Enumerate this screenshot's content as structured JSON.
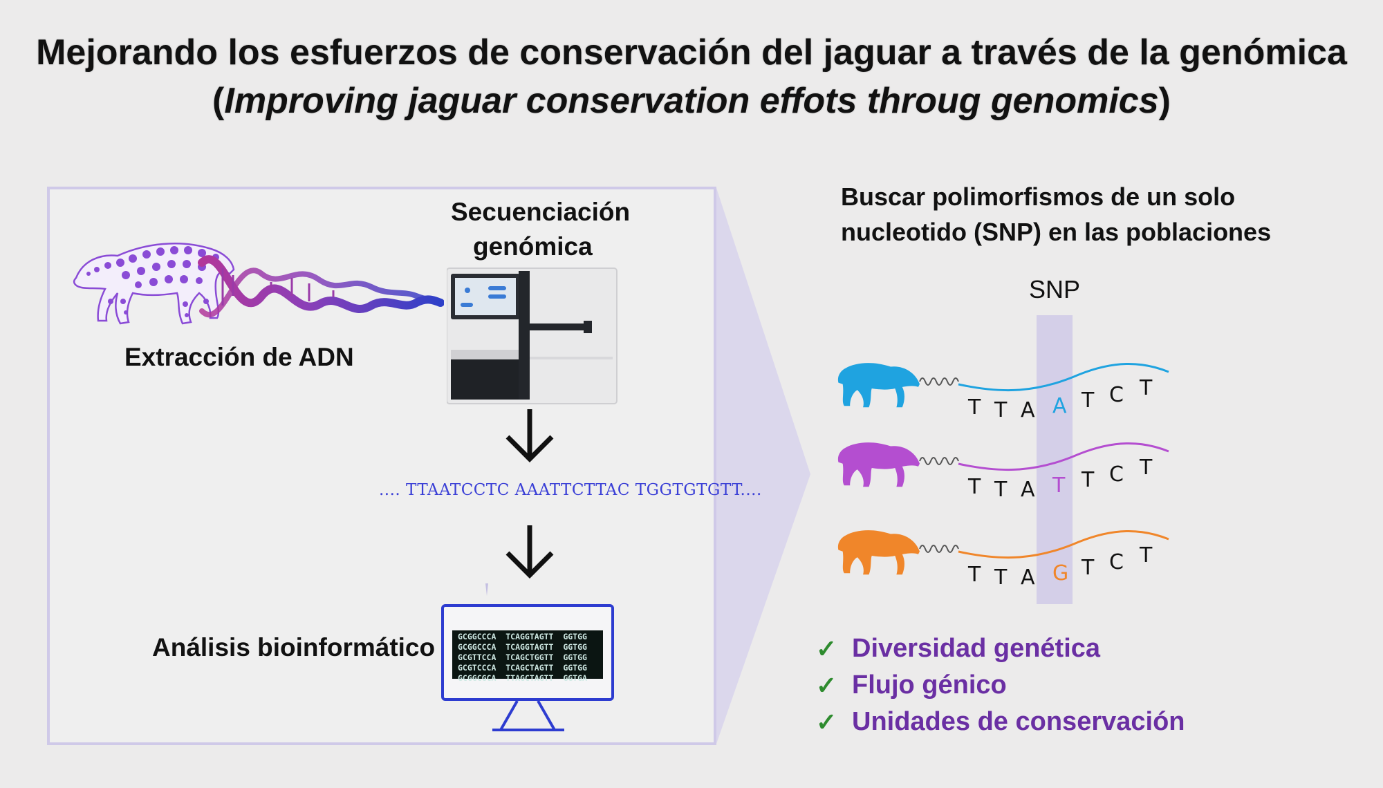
{
  "title": {
    "line1": "Mejorando los esfuerzos de conservación del jaguar a través de la genómica",
    "line2_open": "(",
    "line2_italic": "Improving jaguar conservation effots throug genomics",
    "line2_close": ")"
  },
  "left_panel": {
    "sequencing_label_1": "Secuenciación",
    "sequencing_label_2": "genómica",
    "extraction_label": "Extracción de ADN",
    "sequence_read": ".... TTAATCCTC AAATTCTTAC TGGTGTGTT....",
    "analysis_label": "Análisis bioinformático",
    "screen_lines": [
      "GCGGCCCA  TCAGGTAGTT  GGTGG",
      "GCGGCCCA  TCAGGTAGTT  GGTGG",
      "GCGTTCCA  TCAGCTGGTT  GGTGG",
      "GCGTCCCA  TCAGCTAGTT  GGTGG",
      "GCGGCGCA  TTAGCTAGTT  GGTGA"
    ]
  },
  "right_panel": {
    "heading_line1": "Buscar polimorfismos de un solo",
    "heading_line2": "nucleotido (SNP) en las poblaciones",
    "snp_label": "SNP",
    "populations": [
      {
        "color": "#1fa3e0",
        "bases": [
          "T",
          "T",
          "A",
          "A",
          "T",
          "C",
          "T"
        ],
        "snp_base": "A"
      },
      {
        "color": "#b44ed0",
        "bases": [
          "T",
          "T",
          "A",
          "T",
          "T",
          "C",
          "T"
        ],
        "snp_base": "T"
      },
      {
        "color": "#f0862a",
        "bases": [
          "T",
          "T",
          "A",
          "G",
          "T",
          "C",
          "T"
        ],
        "snp_base": "G"
      }
    ],
    "outcomes": [
      "Diversidad genética",
      "Flujo génico",
      "Unidades de conservación"
    ],
    "check_glyph": "✓"
  },
  "colors": {
    "panel_border": "#cfc9e8",
    "snp_band": "#d4cfe8",
    "outcome_text": "#6a2fa3",
    "check": "#2e8b2e",
    "dna_magenta": "#b2379a",
    "dna_purple": "#6a34b8",
    "dna_blue": "#2e40c8",
    "monitor": "#2d3cd0",
    "sequence_text": "#3a3fd6"
  }
}
